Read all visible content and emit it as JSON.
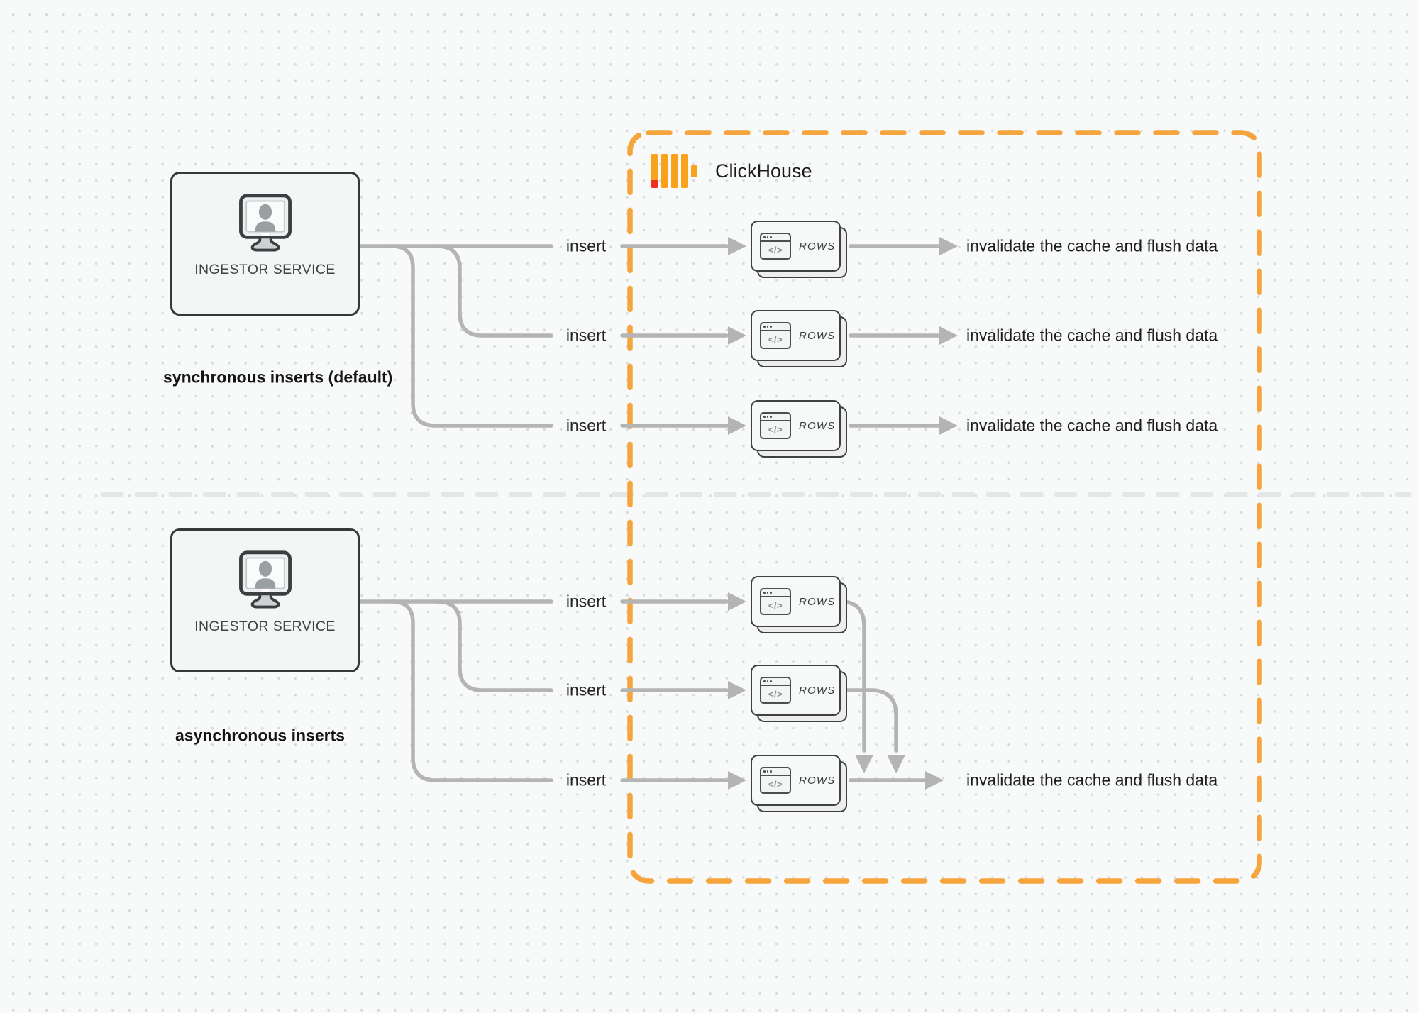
{
  "clickhouse": {
    "name": "ClickHouse"
  },
  "labels": {
    "insert": "insert",
    "invalidate": "invalidate the cache and flush data",
    "rows": "ROWS",
    "code_glyph": "</>"
  },
  "sync": {
    "caption": "synchronous inserts (default)",
    "ingestor_label": "INGESTOR SERVICE"
  },
  "async": {
    "caption": "asynchronous inserts",
    "ingestor_label": "INGESTOR SERVICE"
  },
  "colors": {
    "background": "#f8f9f9",
    "dot_grid": "#d8dbdb",
    "wire_gray": "#b4b4b4",
    "divider_gray": "#e4e7e7",
    "boundary_orange": "#f6a43c",
    "logo_amber": "#faa21c",
    "logo_red": "#f22d27",
    "node_border": "#35393c",
    "node_fill": "#f4f5f5"
  }
}
